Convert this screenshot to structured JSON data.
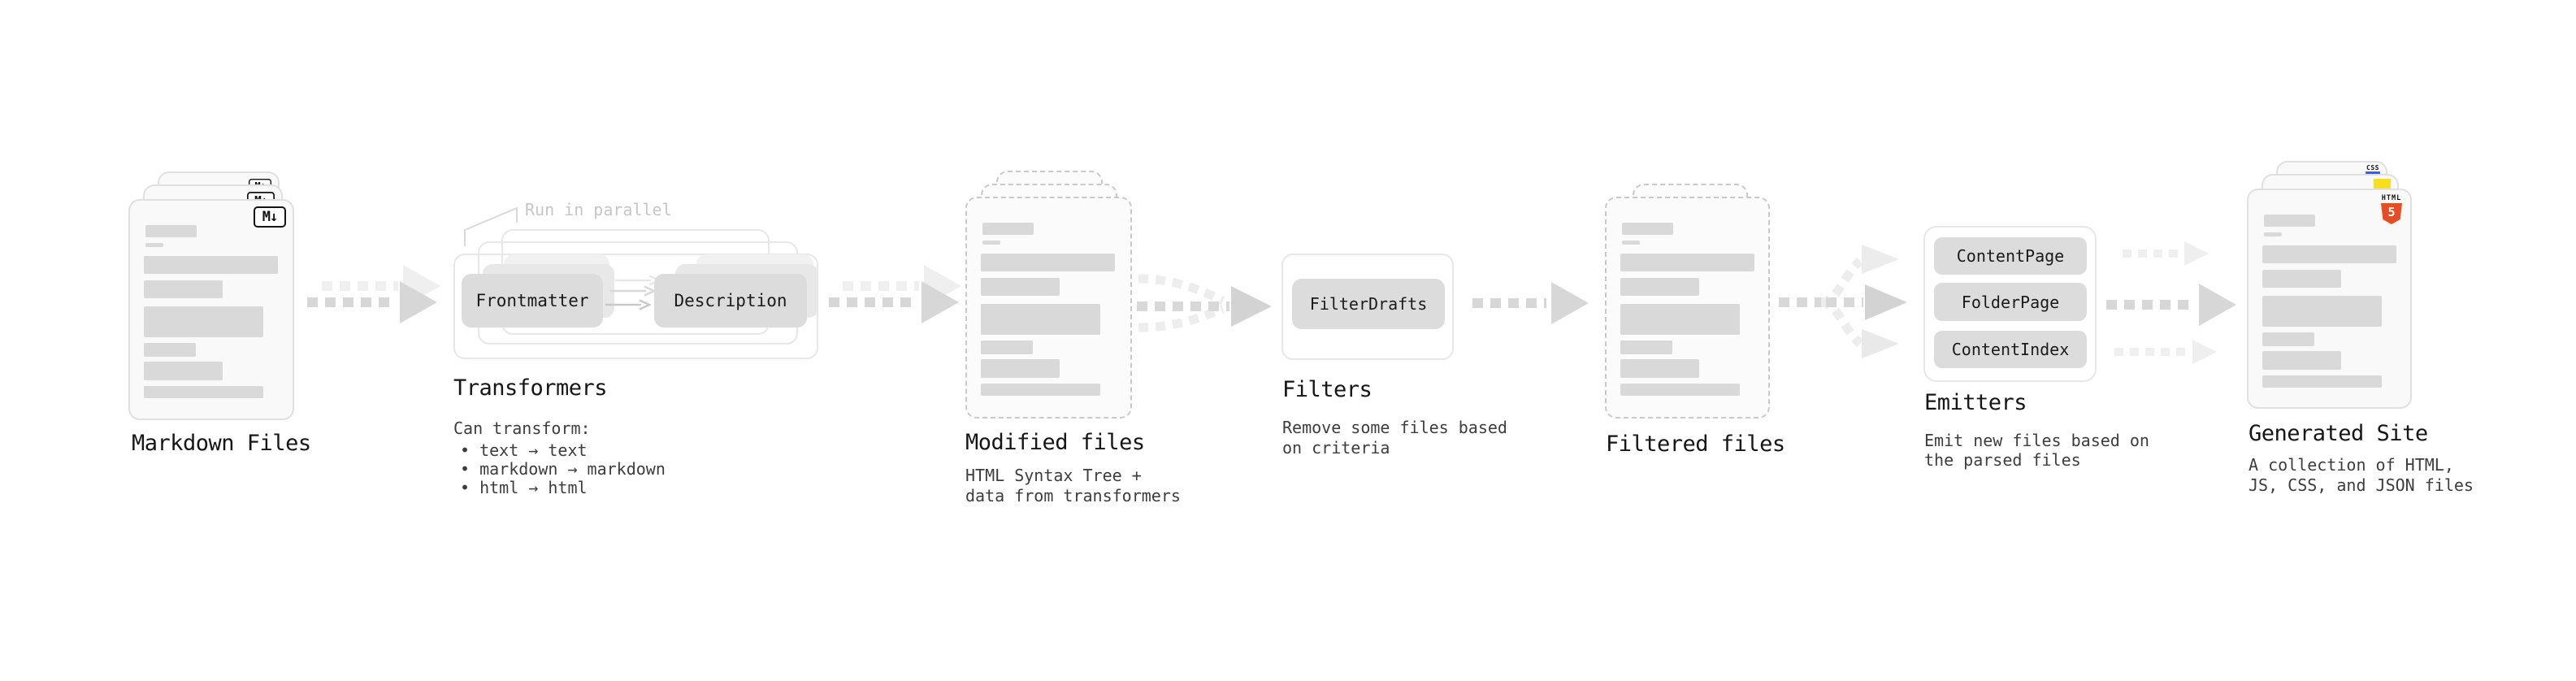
{
  "stages": {
    "markdown": {
      "title": "Markdown Files",
      "badge": "M↓"
    },
    "transformers": {
      "title": "Transformers",
      "callout": "Run in parallel",
      "boxes": {
        "frontmatter": "Frontmatter",
        "description": "Description"
      },
      "note": {
        "heading": "Can transform:",
        "bullets": [
          "• text → text",
          "• markdown → markdown",
          "• html → html"
        ]
      }
    },
    "modified": {
      "title": "Modified files",
      "note_lines": [
        "HTML Syntax Tree +",
        "data from transformers"
      ]
    },
    "filters": {
      "title": "Filters",
      "boxes": {
        "filter_drafts": "FilterDrafts"
      },
      "note_lines": [
        "Remove some files based",
        "on criteria"
      ]
    },
    "filtered": {
      "title": "Filtered files"
    },
    "emitters": {
      "title": "Emitters",
      "boxes": {
        "content_page": "ContentPage",
        "folder_page": "FolderPage",
        "content_index": "ContentIndex"
      },
      "note_lines": [
        "Emit new files based on",
        "the parsed files"
      ]
    },
    "generated": {
      "title": "Generated Site",
      "badges": {
        "css": "CSS",
        "html": "HTML",
        "html5_number": "5"
      },
      "note_lines": [
        "A collection of HTML,",
        "JS, CSS, and JSON files"
      ]
    }
  },
  "colors": {
    "html5_orange": "#e44d26",
    "js_yellow": "#f7df1e",
    "css_blue": "#2965f1"
  }
}
